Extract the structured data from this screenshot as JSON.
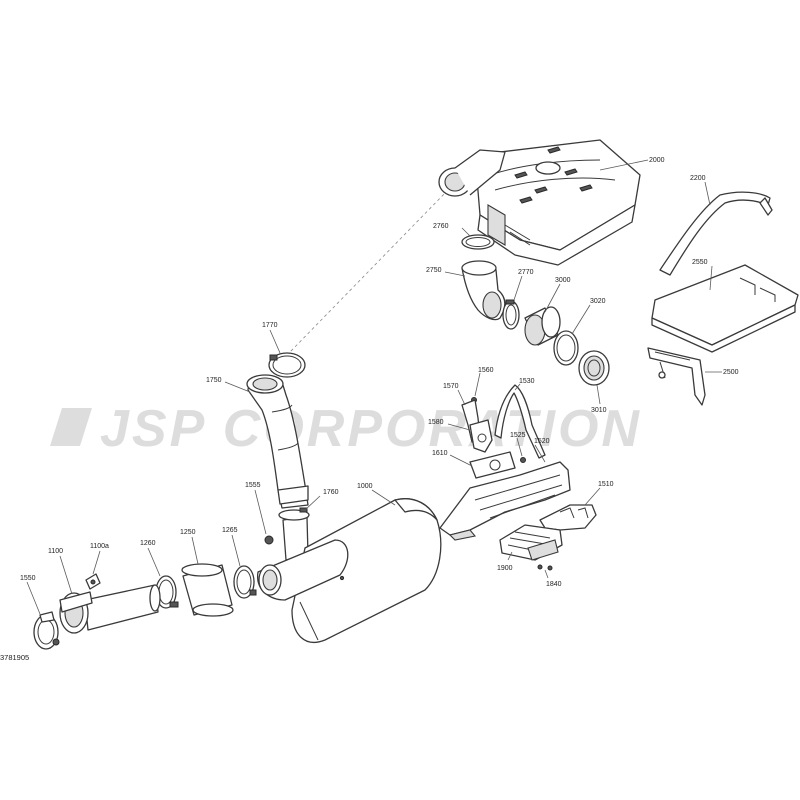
{
  "watermark": "JSP CORPORATION",
  "diagram_code": "3781905",
  "labels": {
    "p2000": "2000",
    "p2200": "2200",
    "p2760": "2760",
    "p2750": "2750",
    "p2770": "2770",
    "p3000": "3000",
    "p3020": "3020",
    "p3010": "3010",
    "p2550": "2550",
    "p2500": "2500",
    "p1770": "1770",
    "p1750": "1750",
    "p1560": "1560",
    "p1570": "1570",
    "p1530": "1530",
    "p1580": "1580",
    "p1525": "1525",
    "p1520": "1520",
    "p1610": "1610",
    "p1510": "1510",
    "p1555": "1555",
    "p1760": "1760",
    "p1000": "1000",
    "p1100a": "1100a",
    "p1100": "1100",
    "p1260": "1260",
    "p1250": "1250",
    "p1265": "1265",
    "p1550": "1550",
    "p1900": "1900",
    "p1840": "1840"
  }
}
